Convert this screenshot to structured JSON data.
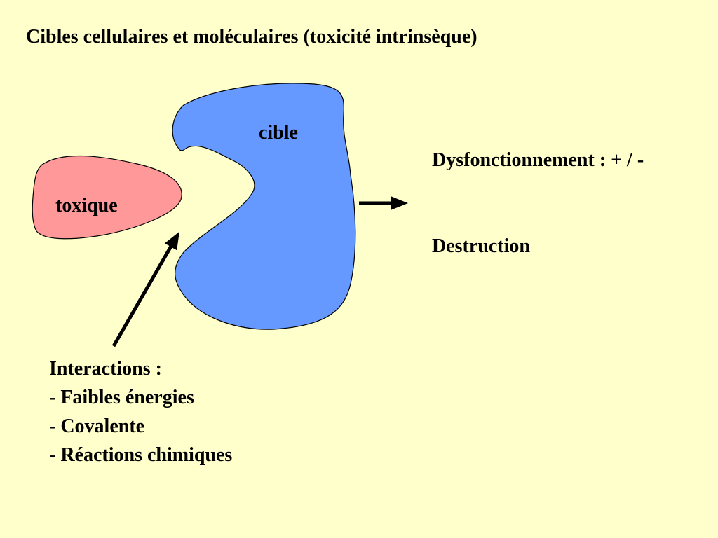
{
  "title": "Cibles cellulaires et moléculaires (toxicité intrinsèque)",
  "shapes": {
    "target_label": "cible",
    "toxic_label": "toxique",
    "target_color": "#6699FF",
    "toxic_color": "#FF9999"
  },
  "outcomes": {
    "items": [
      "Dysfonctionnement : + / -",
      "Destruction"
    ]
  },
  "interactions": {
    "heading": "Interactions :",
    "items": [
      "- Faibles énergies",
      "- Covalente",
      "- Réactions chimiques"
    ]
  }
}
